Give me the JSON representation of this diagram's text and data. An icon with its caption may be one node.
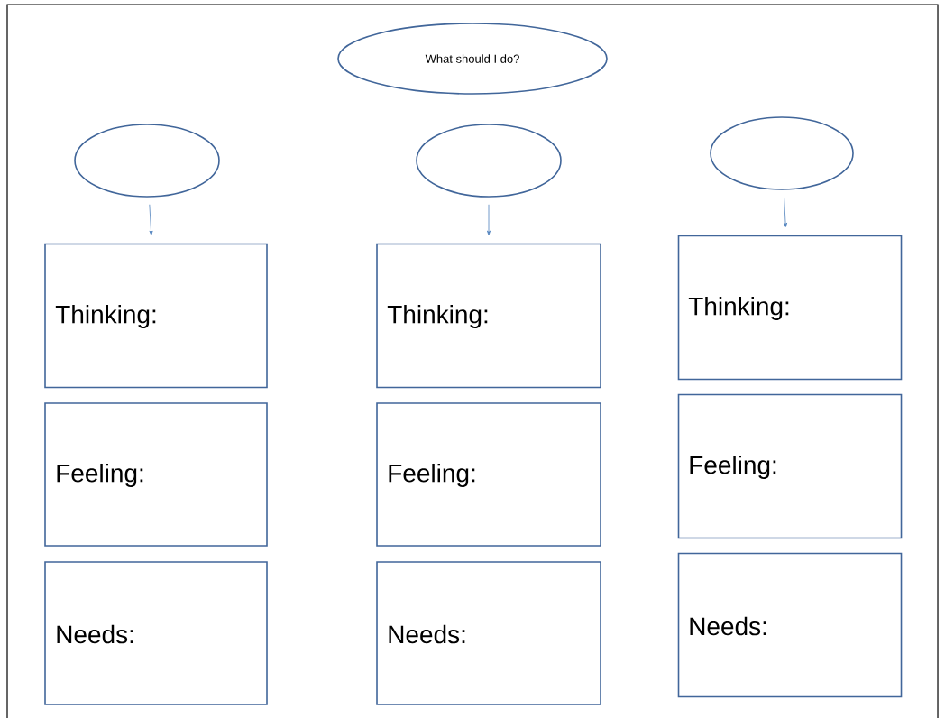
{
  "diagram": {
    "nodes": [
      {
        "text": [
          "What should I do?"
        ]
      },
      {
        "text": [],
        "shape": "circle"
      },
      {
        "text": [],
        "shape": "circle"
      },
      {
        "text": [],
        "shape": "circle"
      },
      {
        "text": [
          "Thinking:"
        ]
      },
      {
        "text": [
          "Feeling:"
        ]
      },
      {
        "text": [
          "Needs:"
        ]
      },
      {
        "text": [
          "Thinking:"
        ]
      },
      {
        "text": [
          "Feeling:"
        ]
      },
      {
        "text": [
          "Needs:"
        ]
      },
      {
        "text": [
          "Thinking:"
        ]
      },
      {
        "text": [
          "Feeling:"
        ]
      },
      {
        "text": [
          "Needs:"
        ]
      }
    ],
    "edges": [
      {
        "from": 1,
        "to": 4,
        "arrow": "to"
      },
      {
        "from": 2,
        "to": 7,
        "arrow": "to"
      },
      {
        "from": 3,
        "to": 10,
        "arrow": "to"
      }
    ]
  }
}
